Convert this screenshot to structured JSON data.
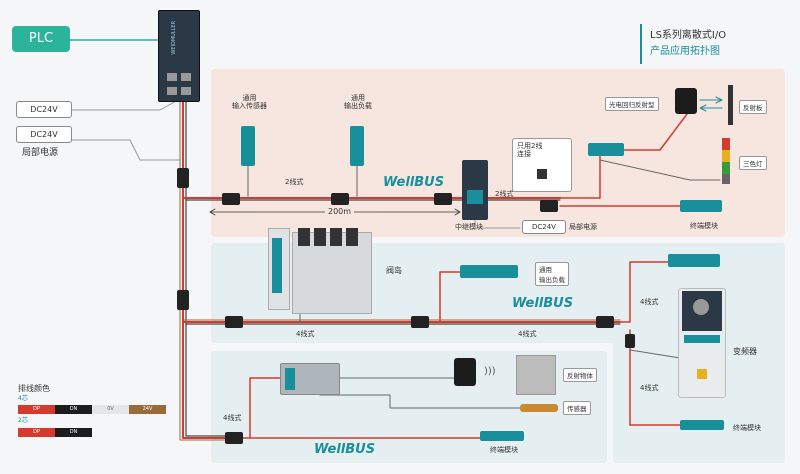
{
  "title": {
    "line1": "LS系列离散式I/O",
    "line2": "产品应用拓扑图"
  },
  "plc": {
    "label": "PLC"
  },
  "plc_device": {
    "brand_text": "WEIDMULLER"
  },
  "power": {
    "dc1": "DC24V",
    "dc2": "DC24V",
    "caption": "局部电源"
  },
  "section1": {
    "sensor_in": {
      "line1": "通用",
      "line2": "输入传感器"
    },
    "output_load": {
      "line1": "通用",
      "line2": "输出负载"
    },
    "wire_label_left": "2线式",
    "wire_label_right": "2线式",
    "distance": "200m",
    "bus": "WellBUS",
    "relay_module": "中继模块",
    "dc24v": "DC24V",
    "local_power": "局部电源",
    "photo_sensor": "光电回归反射型",
    "reflector": "反射板",
    "two_wire_note": {
      "line1": "只用2线",
      "line2": "连接"
    },
    "tri_light": "三色灯",
    "terminal": "终端模块"
  },
  "section2": {
    "valve_island": "阀岛",
    "output_load": {
      "line1": "通用",
      "line2": "输出负载"
    },
    "bus": "WellBUS",
    "wire_left": "4线式",
    "wire_mid": "4线式",
    "wire_vert1": "4线式",
    "wire_vert2": "4线式",
    "inverter": "变频器",
    "terminal": "终端模块"
  },
  "section3": {
    "wire_left": "4线式",
    "reflect_object": "反射物体",
    "sensor": "传感器",
    "bus": "WellBUS",
    "terminal": "终端模块"
  },
  "legend": {
    "title": "排线颜色",
    "four_core": "4芯",
    "two_core": "2芯",
    "four_core_cells": [
      "DP",
      "DN",
      "0V",
      "24V"
    ],
    "two_core_cells": [
      "DP",
      "DN"
    ],
    "colors": {
      "dp": "#d63a2e",
      "dn": "#1c1c1c",
      "zero_v": "#e6e6e6",
      "v24": "#9a6a3a",
      "accent": "#1a8f9c",
      "plc_green": "#2bb49a"
    }
  }
}
